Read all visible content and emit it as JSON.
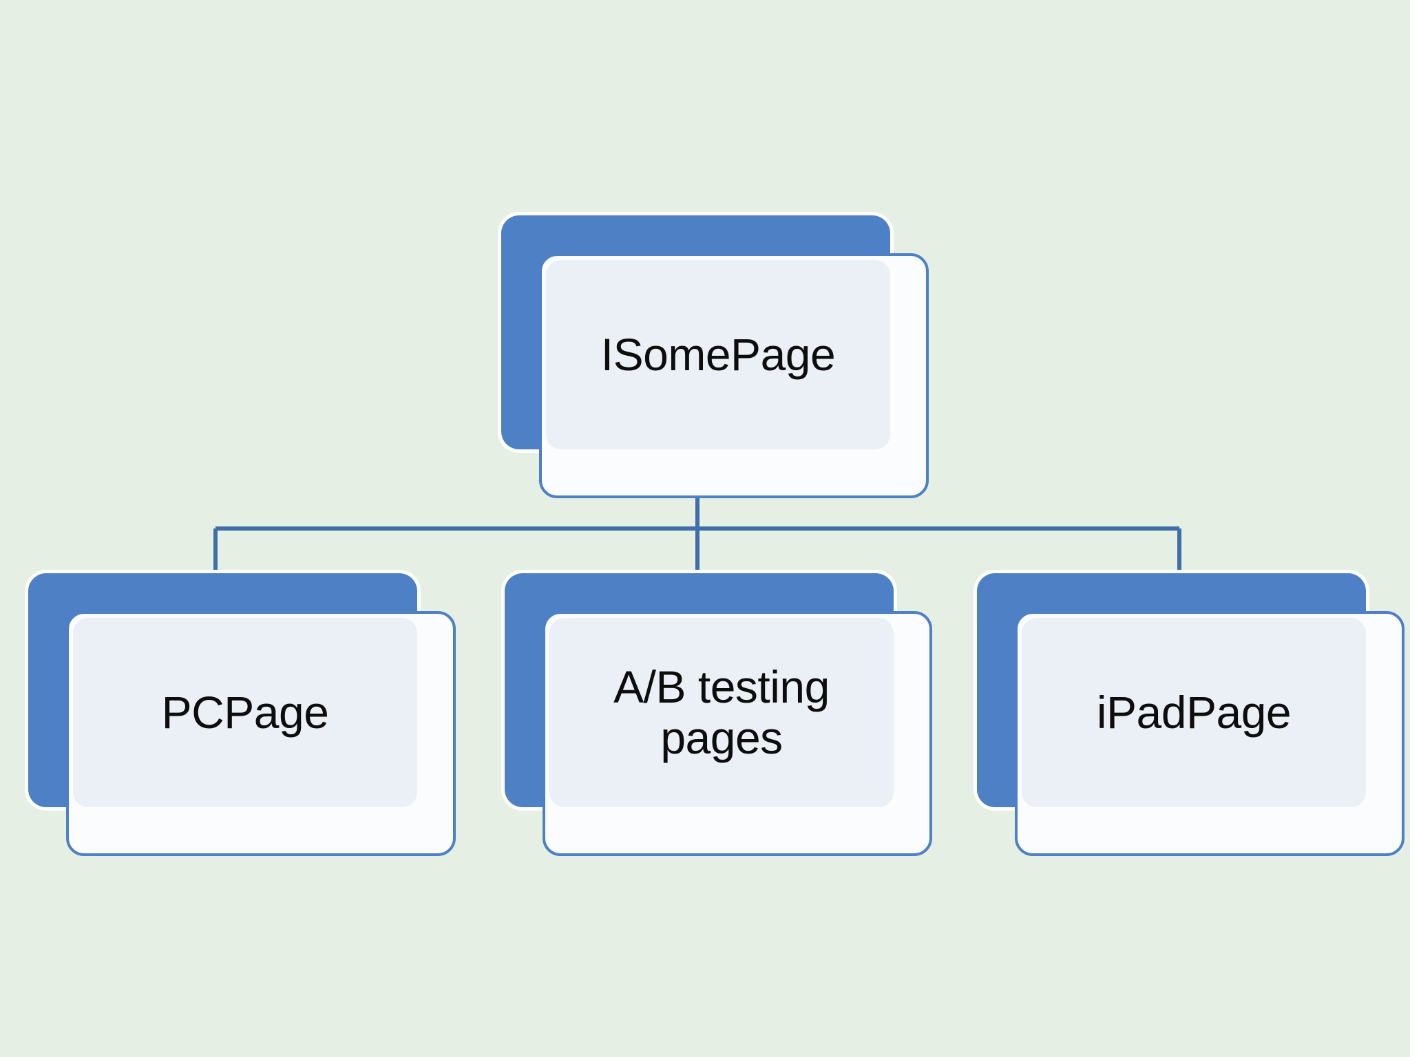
{
  "diagram": {
    "type": "hierarchy-tree",
    "background_color": "#e5efe3",
    "accent_color": "#4d80c4",
    "panel_color": "#eaf0f5",
    "card_color": "#fbfcfe",
    "text_color": "#0d0d0d",
    "connector_color": "#3f6fa8",
    "root": {
      "id": "root",
      "label": "ISomePage"
    },
    "children": [
      {
        "id": "pc",
        "label": "PCPage"
      },
      {
        "id": "ab",
        "label": "A/B testing\npages"
      },
      {
        "id": "ipad",
        "label": "iPadPage"
      }
    ]
  }
}
